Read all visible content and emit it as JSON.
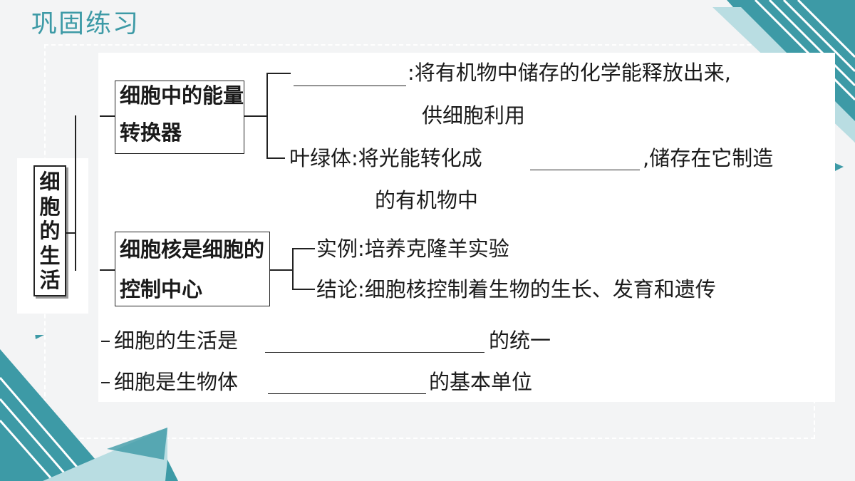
{
  "slide": {
    "title": "巩固练习"
  },
  "concept_map": {
    "root": "细胞的生活",
    "branch_energy": {
      "label": "细胞中的能量转换器",
      "item1_text": ":将有机物中储存的化学能释放出来,",
      "item1_cont": "供细胞利用",
      "item2_pre": "叶绿体:将光能转化成",
      "item2_post": ",储存在它制造",
      "item2_cont": "的有机物中"
    },
    "branch_nucleus": {
      "label": "细胞核是细胞的控制中心",
      "example": "实例:培养克隆羊实验",
      "conclusion": "结论:细胞核控制着生物的生长、发育和遗传"
    },
    "statement1_pre": "细胞的生活是",
    "statement1_post": "的统一",
    "statement2_pre": "细胞是生物体",
    "statement2_post": "的基本单位"
  },
  "colors": {
    "accent": "#3d9aa6",
    "deco_light": "#b9dde2",
    "background": "#f3f4f5"
  }
}
